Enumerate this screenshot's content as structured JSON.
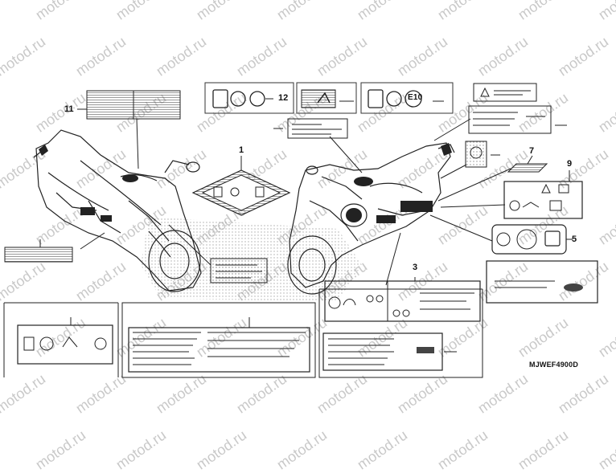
{
  "watermark": "motod.ru",
  "drawing_code": "MJWEF4900D",
  "callouts": {
    "c1": "1",
    "c3": "3",
    "c5": "5",
    "c7": "7",
    "c9": "9",
    "c11": "11",
    "c12": "12"
  },
  "label_texts": {
    "e10": "E10"
  },
  "colors": {
    "line": "#222222",
    "watermark": "#c9c9c9",
    "stipple": "#9a9a9a"
  }
}
